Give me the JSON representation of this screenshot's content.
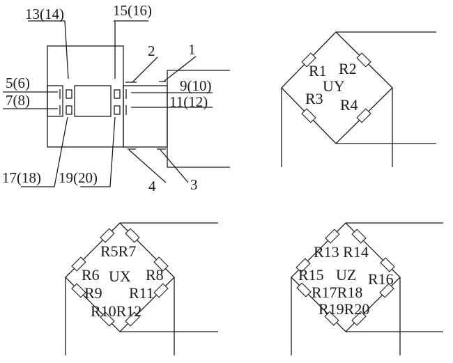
{
  "sensor": {
    "labels": {
      "l1": "1",
      "l2": "2",
      "l3": "3",
      "l4": "4",
      "l5": "5(6)",
      "l7": "7(8)",
      "l9": "9(10)",
      "l11": "11(12)",
      "l13": "13(14)",
      "l15": "15(16)",
      "l17": "17(18)",
      "l19": "19(20)"
    }
  },
  "bridges": {
    "uy": {
      "center": "UY",
      "r": [
        "R1",
        "R2",
        "R3",
        "R4"
      ]
    },
    "ux": {
      "center": "UX",
      "r": [
        "R5R7",
        "R6",
        "R8",
        "R9",
        "R11",
        "R10R12"
      ]
    },
    "uz": {
      "center": "UZ",
      "r": [
        "R13 R14",
        "R15",
        "R16",
        "R17R18",
        "R19R20"
      ]
    }
  }
}
